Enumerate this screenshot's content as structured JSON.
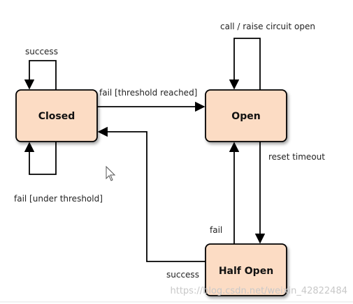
{
  "states": {
    "closed": "Closed",
    "open": "Open",
    "half_open": "Half Open"
  },
  "transitions": {
    "closed_self_success": "success",
    "closed_self_fail": "fail [under threshold]",
    "closed_to_open": "fail [threshold reached]",
    "open_self": "call / raise circuit open",
    "open_to_half_open": "reset timeout",
    "half_open_to_open": "fail",
    "half_open_to_closed": "success"
  },
  "watermark": "https://blog.csdn.net/weixin_42822484",
  "colors": {
    "state_fill": "#fcdcc4",
    "stroke": "#000000",
    "watermark": "#c8c8c8"
  },
  "icons": [
    "mouse-pointer-icon"
  ]
}
